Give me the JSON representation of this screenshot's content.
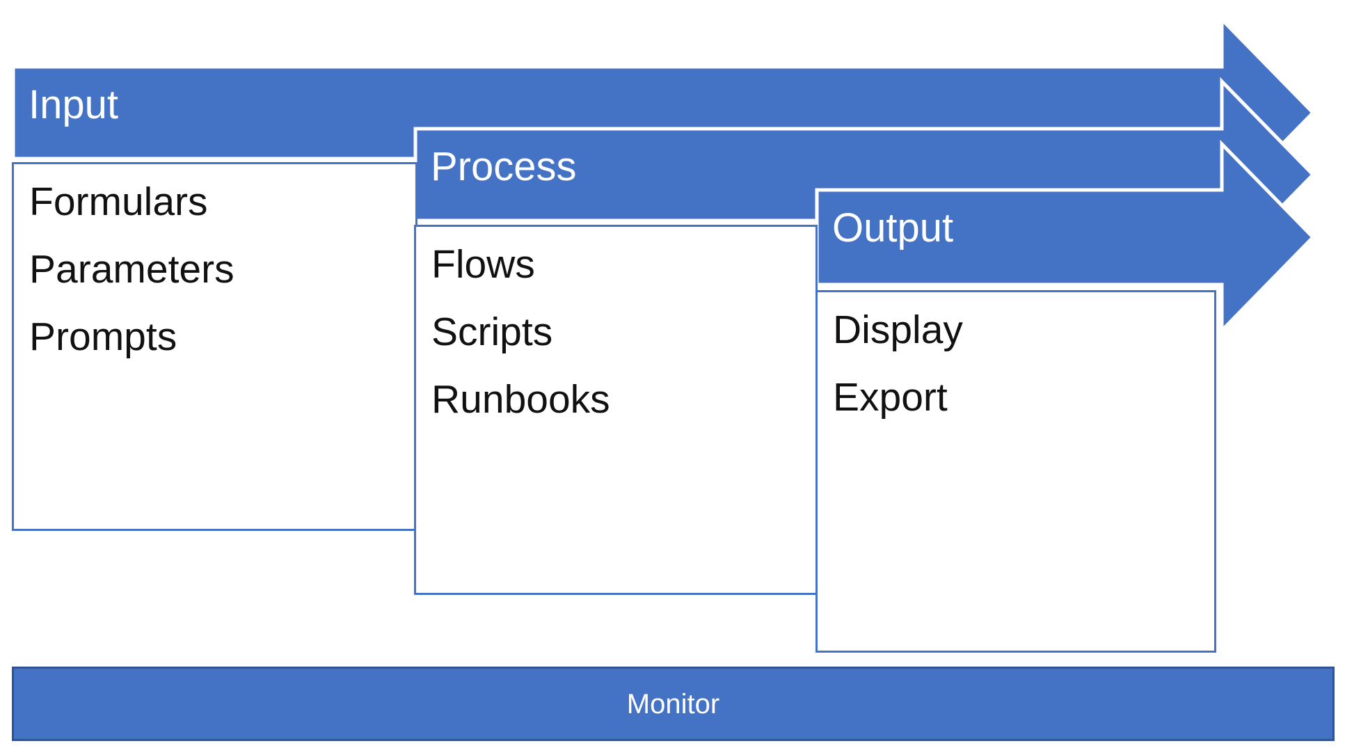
{
  "diagram": {
    "title": "process-flow",
    "stages": [
      {
        "label": "Input",
        "items": [
          "Formulars",
          "Parameters",
          "Prompts"
        ]
      },
      {
        "label": "Process",
        "items": [
          "Flows",
          "Scripts",
          "Runbooks"
        ]
      },
      {
        "label": "Output",
        "items": [
          "Display",
          "Export"
        ]
      }
    ],
    "monitor_label": "Monitor",
    "colors": {
      "accent": "#4472C4",
      "monitor_border": "#2F5496",
      "separator": "#FFFFFF",
      "stage_label_text": "#FFFFFF",
      "item_text": "#111111"
    }
  }
}
